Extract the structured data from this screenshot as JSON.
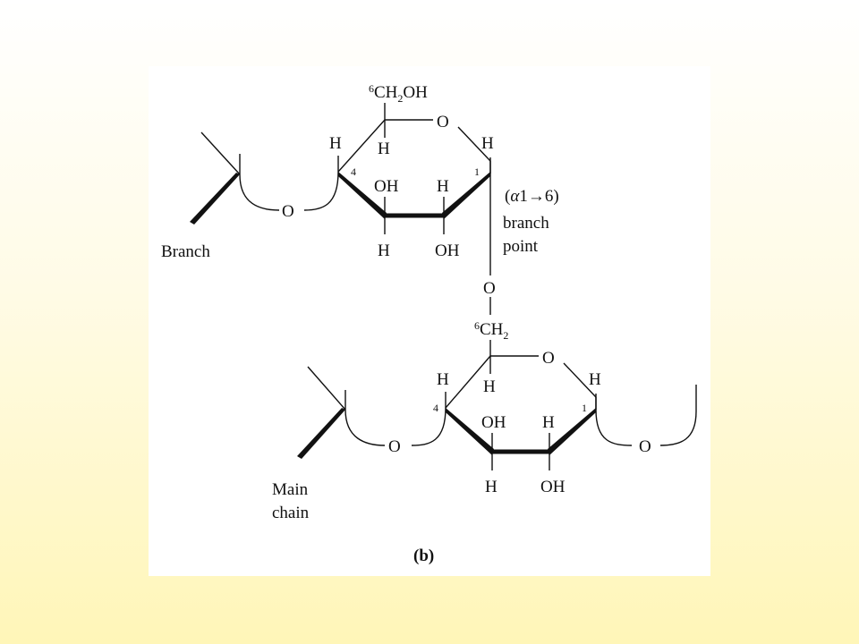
{
  "upper_ring": {
    "c6_group_sup": "6",
    "c6_group_main": "CH",
    "c6_group_sub": "2",
    "c6_group_end": "OH",
    "ring_o": "O",
    "h_c4_top": "H",
    "h_c5": "H",
    "h_c1": "H",
    "pos_4": "4",
    "pos_1": "1",
    "oh_c3": "OH",
    "h_c2_top": "H",
    "h_c3_bottom": "H",
    "oh_c2": "OH",
    "glyco_o": "O"
  },
  "branch_label": "Branch",
  "linkage": {
    "line1_prefix": "(",
    "line1_alpha": "α",
    "line1_rest": "1→6)",
    "line2": "branch",
    "line3": "point"
  },
  "bridge_o": "O",
  "lower_ring": {
    "c6_sup": "6",
    "c6_main": "CH",
    "c6_sub": "2",
    "ring_o": "O",
    "h_c4_top": "H",
    "h_c5": "H",
    "h_c1": "H",
    "pos_4": "4",
    "pos_1": "1",
    "oh_c3": "OH",
    "h_c2_top": "H",
    "h_c3_bottom": "H",
    "oh_c2": "OH",
    "glyco_o_left": "O",
    "glyco_o_right": "O"
  },
  "main_chain_label_line1": "Main",
  "main_chain_label_line2": "chain",
  "panel_label": "(b)"
}
